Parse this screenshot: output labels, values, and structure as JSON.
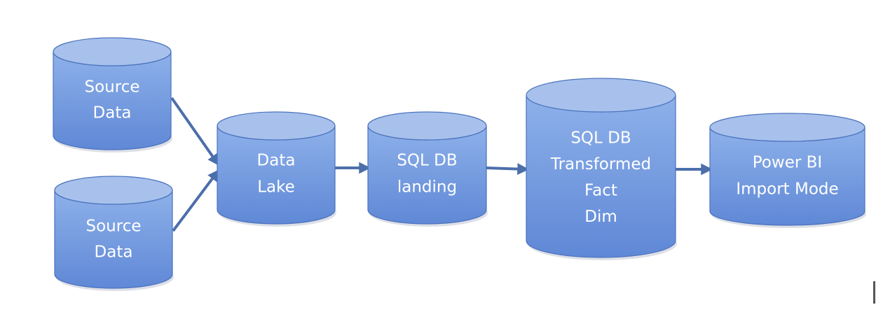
{
  "colors": {
    "cylinder_top": "#a7c1ec",
    "cylinder_body_light": "#8eb1ea",
    "cylinder_body_dark": "#5f88d6",
    "cylinder_edge": "#4b72bd",
    "arrow": "#4c6faa",
    "label": "#ffffff"
  },
  "nodes": [
    {
      "id": "source-data-1",
      "lines": [
        "Source",
        "Data"
      ]
    },
    {
      "id": "source-data-2",
      "lines": [
        "Source",
        "Data"
      ]
    },
    {
      "id": "data-lake",
      "lines": [
        "Data",
        "Lake"
      ]
    },
    {
      "id": "sql-db-landing",
      "lines": [
        "SQL DB",
        "landing"
      ]
    },
    {
      "id": "sql-db-transformed",
      "lines": [
        "SQL DB",
        "Transformed",
        "Fact",
        "Dim"
      ]
    },
    {
      "id": "power-bi",
      "lines": [
        "Power BI",
        "Import Mode"
      ]
    }
  ],
  "edges": [
    {
      "from": "source-data-1",
      "to": "data-lake"
    },
    {
      "from": "source-data-2",
      "to": "data-lake"
    },
    {
      "from": "data-lake",
      "to": "sql-db-landing"
    },
    {
      "from": "sql-db-landing",
      "to": "sql-db-transformed"
    },
    {
      "from": "sql-db-transformed",
      "to": "power-bi"
    }
  ]
}
